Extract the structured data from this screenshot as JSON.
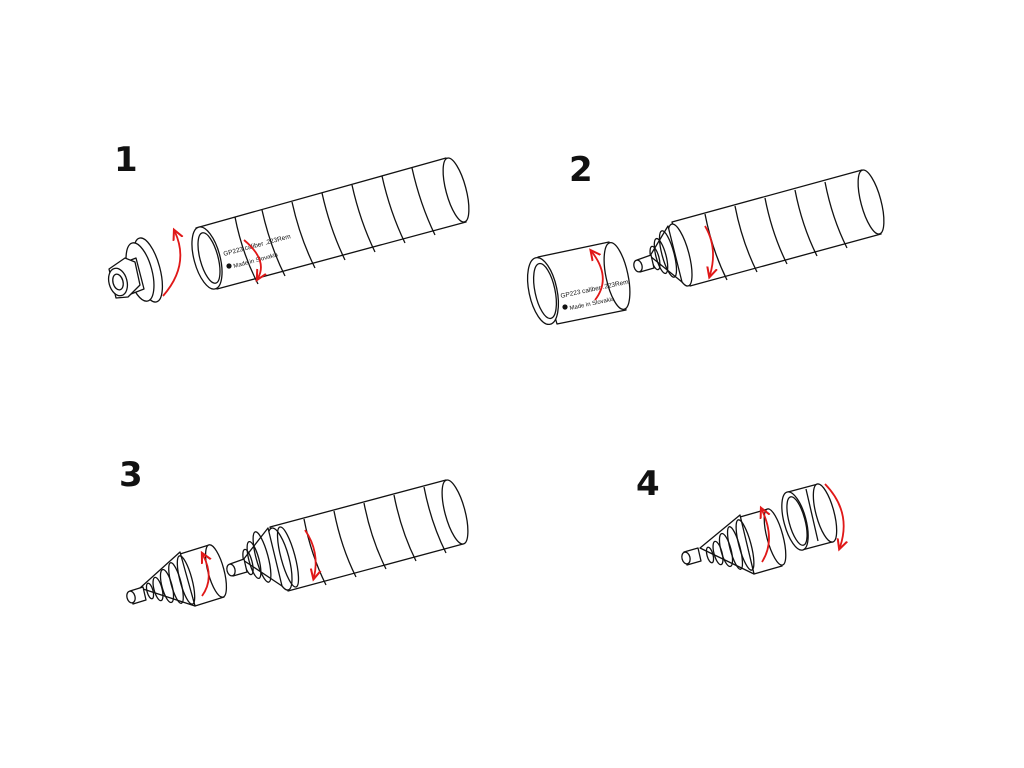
{
  "steps": [
    {
      "number": "1",
      "engraving": {
        "line1": "GP223 caliber .223Rem",
        "line2": "Made in Slovakia"
      }
    },
    {
      "number": "2",
      "engraving": {
        "line1": "GP223 caliber .223Rem",
        "line2": "Made in Slovakia"
      }
    },
    {
      "number": "3"
    },
    {
      "number": "4"
    }
  ],
  "colors": {
    "outline": "#111111",
    "arrow": "#e01818",
    "background": "#ffffff"
  },
  "icons": [
    "rotation-arrow-icon"
  ]
}
